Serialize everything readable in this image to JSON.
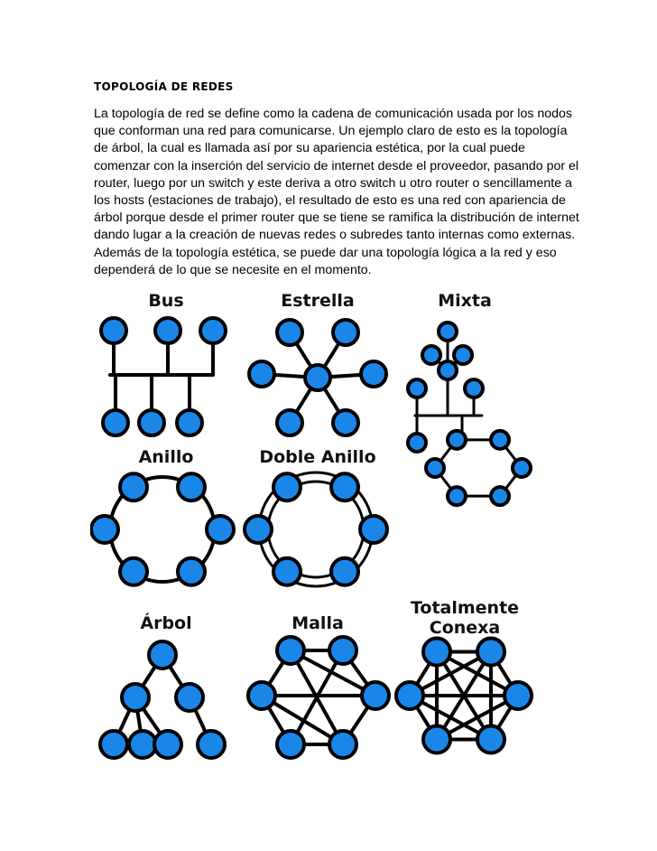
{
  "document": {
    "heading": "TOPOLOGÍA DE REDES",
    "paragraph": "La topología de red se define como la cadena de comunicación usada por los nodos que conforman una red para comunicarse. Un ejemplo claro de esto es la topología de árbol, la cual es llamada así por su apariencia estética, por la cual puede comenzar con la inserción del servicio de internet desde el proveedor, pasando por el router, luego por un switch y este deriva a otro switch u otro router o sencillamente a los hosts (estaciones de trabajo), el resultado de esto es una red con apariencia de árbol porque desde el primer router que se tiene se ramifica la distribución de internet dando lugar a la creación de nuevas redes o subredes tanto internas como externas. Además de la topología estética, se puede dar una topología lógica a la red y eso dependerá de lo que se necesite en el momento."
  },
  "figure": {
    "node_color": "#1a86e8",
    "line_color": "#000000",
    "labels": {
      "bus": "Bus",
      "estrella": "Estrella",
      "mixta": "Mixta",
      "anillo": "Anillo",
      "doble_anillo": "Doble Anillo",
      "arbol": "Árbol",
      "malla": "Malla",
      "totalmente_line1": "Totalmente",
      "totalmente_line2": "Conexa"
    }
  }
}
